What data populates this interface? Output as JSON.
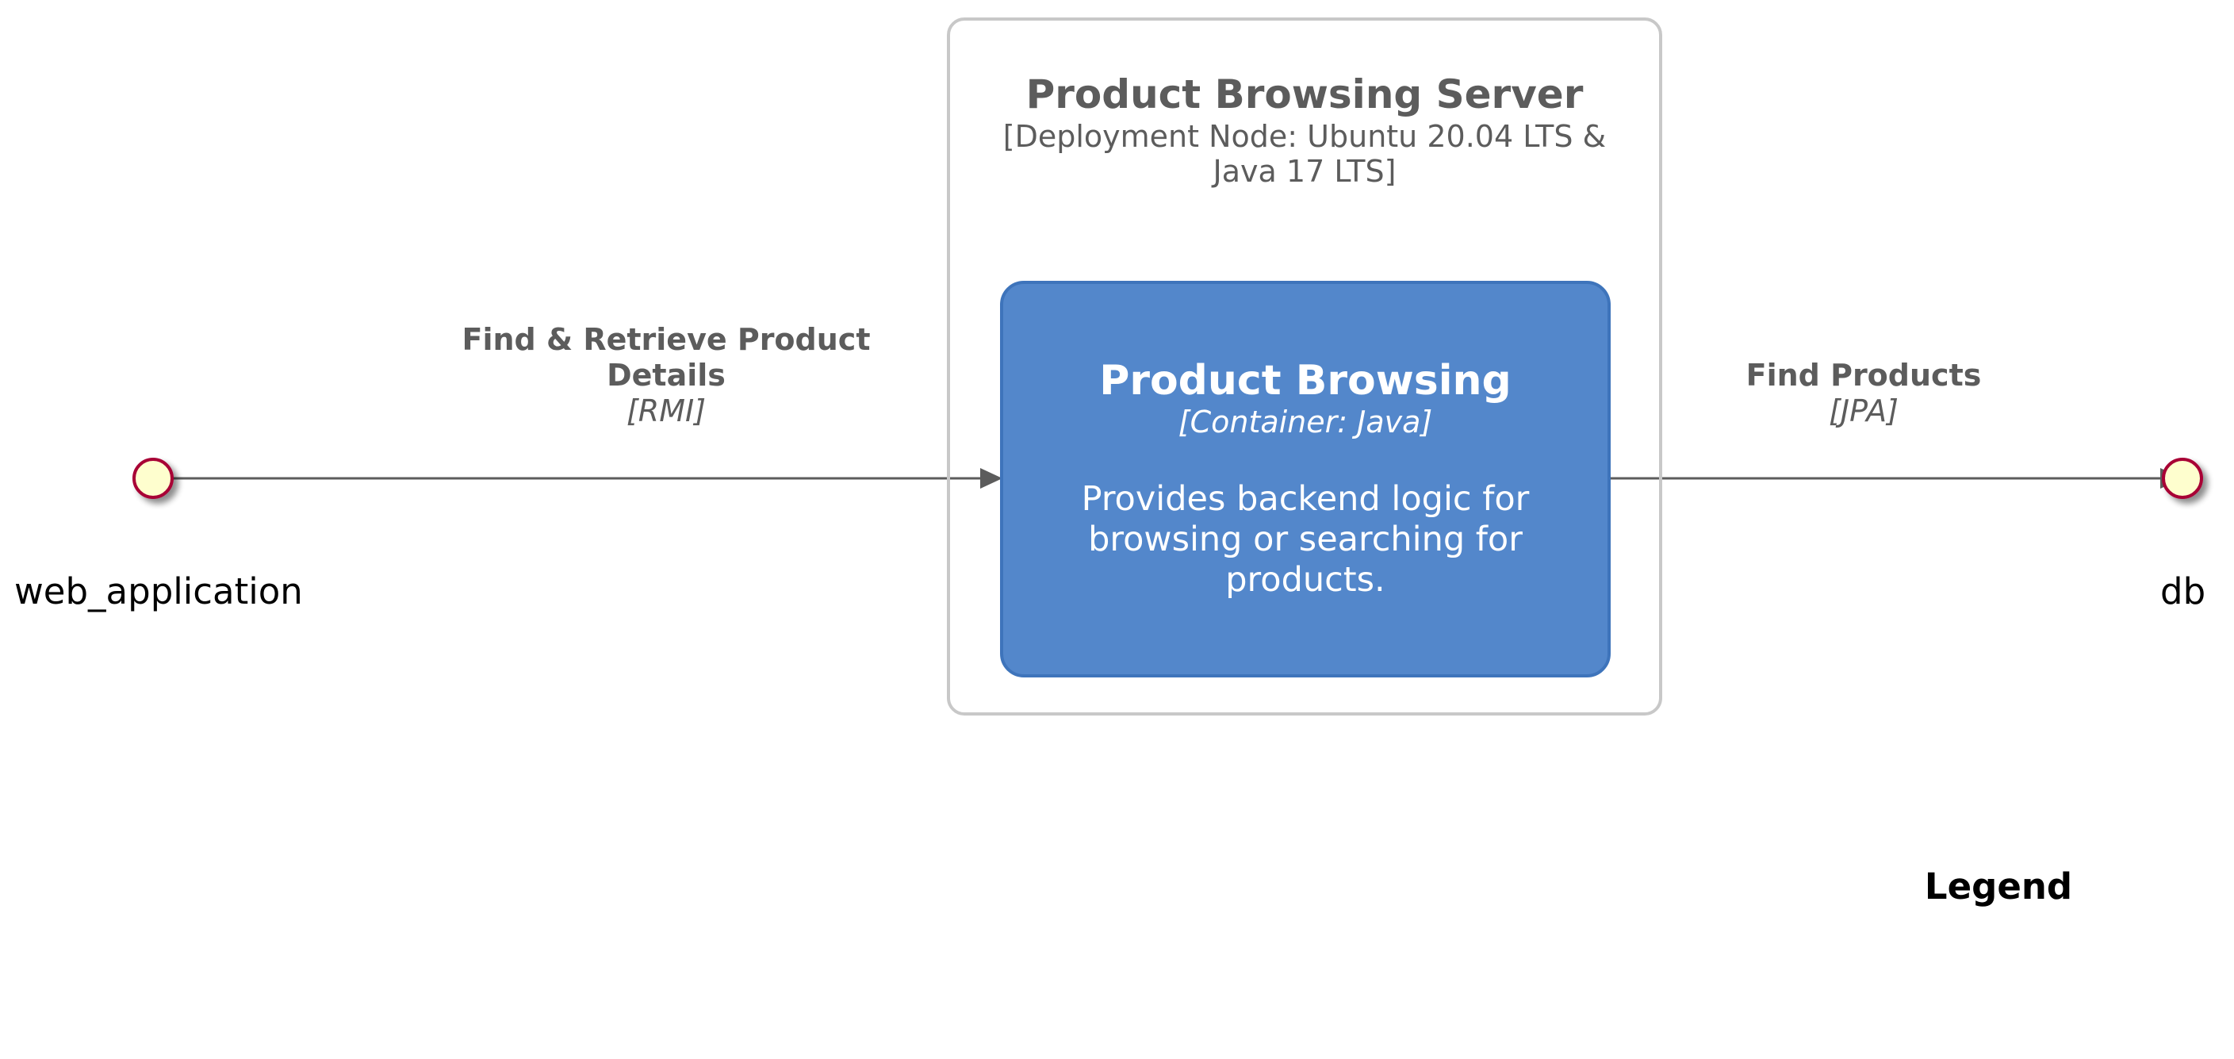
{
  "deployment_node": {
    "title": "Product Browsing Server",
    "technology": "[Deployment Node: Ubuntu 20.04 LTS & Java 17 LTS]"
  },
  "container": {
    "title": "Product Browsing",
    "technology": "[Container: Java]",
    "description": "Provides backend logic for browsing or searching for products."
  },
  "interfaces": {
    "left": "web_application",
    "right": "db"
  },
  "relations": [
    {
      "label": "Find & Retrieve Product Details",
      "technology": "[RMI]"
    },
    {
      "label": "Find Products",
      "technology": "[JPA]"
    }
  ],
  "legend": {
    "title": "Legend"
  },
  "colors": {
    "container_fill": "#5387cb",
    "container_border": "#3e74bb",
    "node_border": "#c8c8c8",
    "interface_fill": "#fefece",
    "interface_border": "#a80036",
    "arrow": "#5c5c5c"
  }
}
